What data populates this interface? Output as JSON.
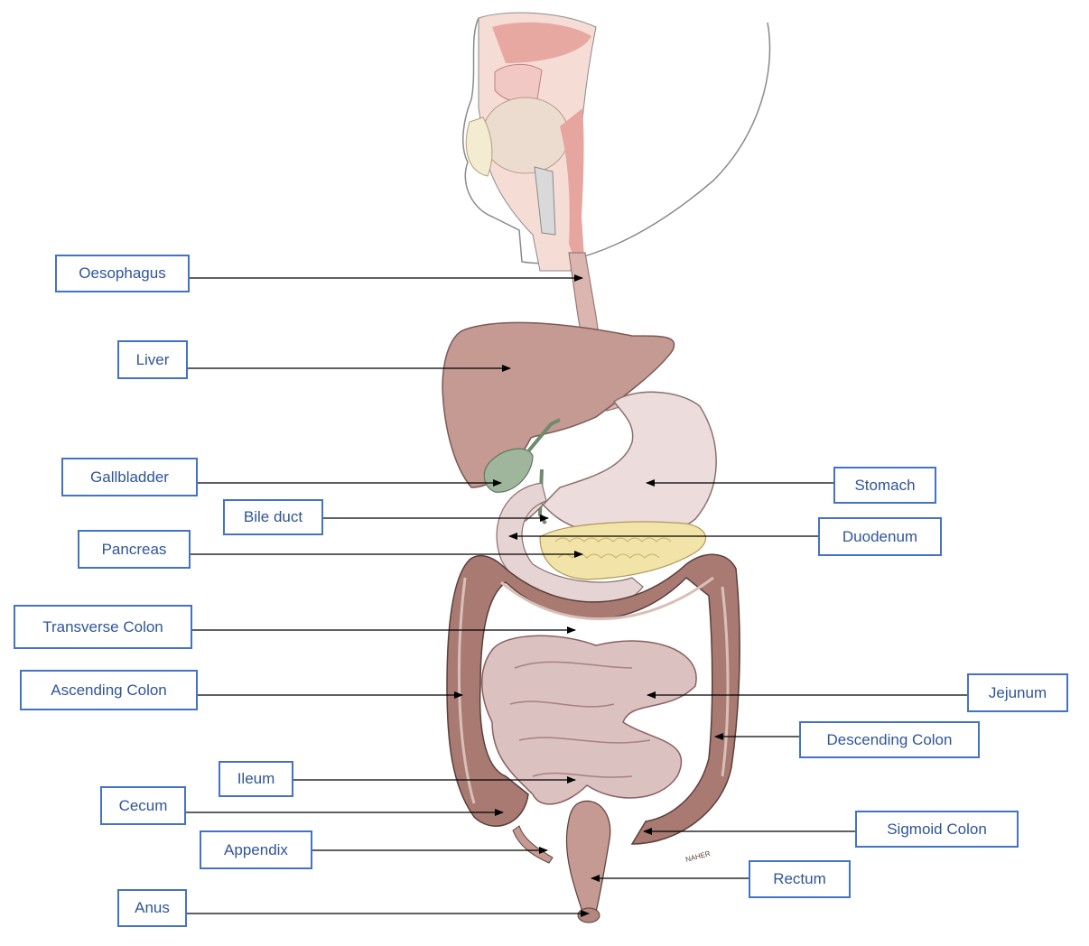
{
  "colors": {
    "label_border": "#4472c4",
    "label_text": "#2f5597",
    "leader_line": "#000000"
  },
  "labels": {
    "oesophagus": "Oesophagus",
    "liver": "Liver",
    "gallbladder": "Gallbladder",
    "bile_duct": "Bile duct",
    "pancreas": "Pancreas",
    "transverse_colon": "Transverse Colon",
    "ascending_colon": "Ascending Colon",
    "ileum": "Ileum",
    "cecum": "Cecum",
    "appendix": "Appendix",
    "anus": "Anus",
    "stomach": "Stomach",
    "duodenum": "Duodenum",
    "jejunum": "Jejunum",
    "descending_colon": "Descending Colon",
    "sigmoid_colon": "Sigmoid Colon",
    "rectum": "Rectum"
  },
  "illustration": {
    "signature": "NAHER"
  }
}
